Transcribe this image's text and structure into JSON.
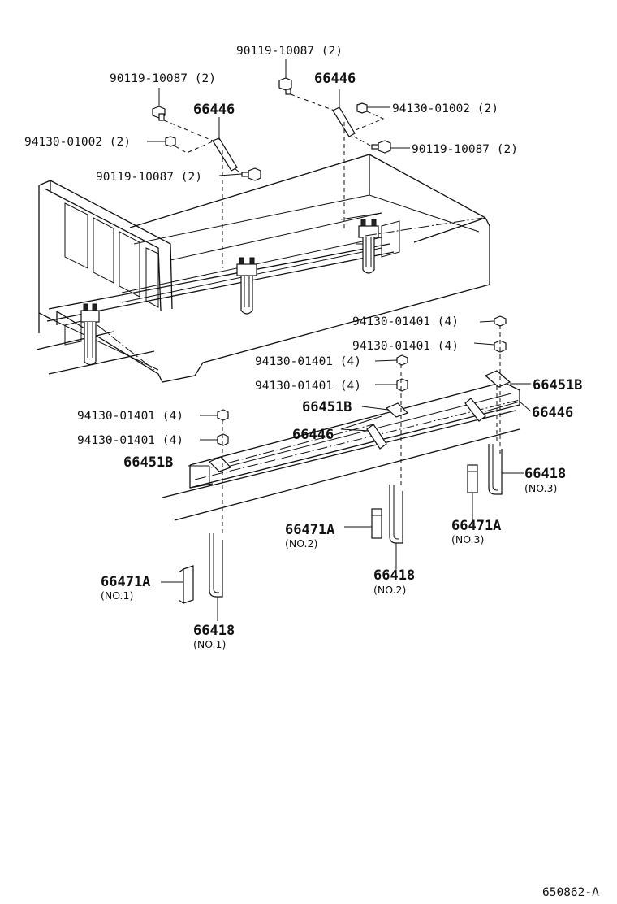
{
  "diagram": {
    "reference_code": "650862-A",
    "labels": [
      {
        "id": "bolt-top-right",
        "text": "90119-10087 (2)"
      },
      {
        "id": "bolt-top-left",
        "text": "90119-10087 (2)"
      },
      {
        "id": "stay-right",
        "text": "66446"
      },
      {
        "id": "stay-left",
        "text": "66446"
      },
      {
        "id": "nut-right",
        "text": "94130-01002 (2)"
      },
      {
        "id": "nut-left",
        "text": "94130-01002 (2)"
      },
      {
        "id": "bolt-right",
        "text": "90119-10087 (2)"
      },
      {
        "id": "bolt-left-lower",
        "text": "90119-10087 (2)"
      },
      {
        "id": "nut-no3-upper",
        "text": "94130-01401 (4)"
      },
      {
        "id": "nut-no3-lower",
        "text": "94130-01401 (4)"
      },
      {
        "id": "nut-no2-upper",
        "text": "94130-01401 (4)"
      },
      {
        "id": "nut-no2-lower",
        "text": "94130-01401 (4)"
      },
      {
        "id": "nut-no1-upper",
        "text": "94130-01401 (4)"
      },
      {
        "id": "nut-no1-lower",
        "text": "94130-01401 (4)"
      },
      {
        "id": "plate-no3",
        "text": "66451B"
      },
      {
        "id": "plate-no2",
        "text": "66451B"
      },
      {
        "id": "plate-no1",
        "text": "66451B"
      },
      {
        "id": "stay-lower-right",
        "text": "66446"
      },
      {
        "id": "stay-lower-mid",
        "text": "66446"
      },
      {
        "id": "ubolt-no3",
        "text": "66418",
        "sub": "(NO.3)"
      },
      {
        "id": "spacer-no3",
        "text": "66471A",
        "sub": "(NO.3)"
      },
      {
        "id": "spacer-no2",
        "text": "66471A",
        "sub": "(NO.2)"
      },
      {
        "id": "ubolt-no2",
        "text": "66418",
        "sub": "(NO.2)"
      },
      {
        "id": "spacer-no1",
        "text": "66471A",
        "sub": "(NO.1)"
      },
      {
        "id": "ubolt-no1",
        "text": "66418",
        "sub": "(NO.1)"
      }
    ]
  }
}
